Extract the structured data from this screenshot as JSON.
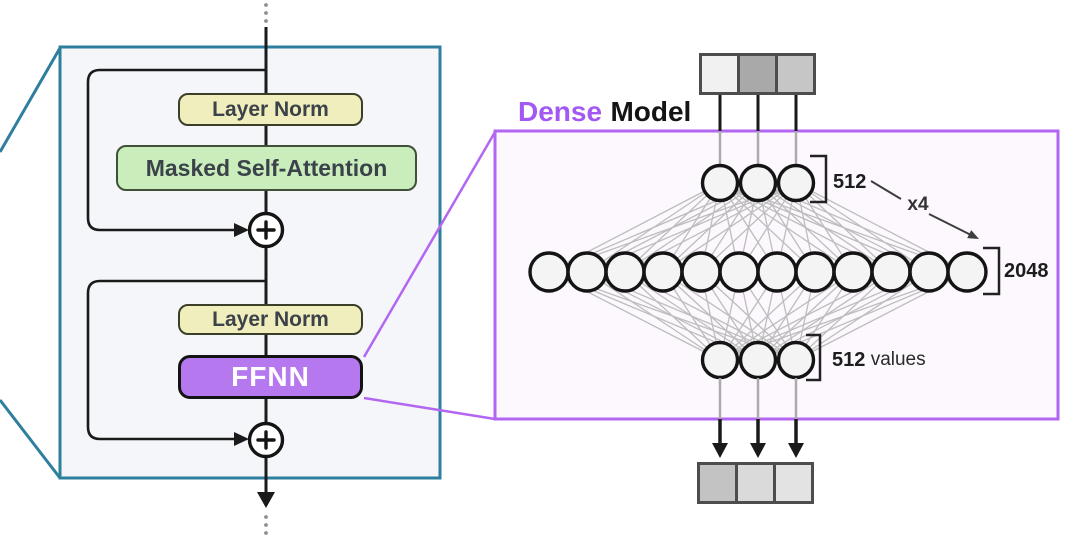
{
  "transformer_block": {
    "layer_norm_top": "Layer Norm",
    "masked_self_attention": "Masked Self-Attention",
    "layer_norm_bottom": "Layer Norm",
    "ffnn": "FFNN",
    "border_color": "#2e7e9e",
    "fill_color": "#f4f6fa",
    "colors": {
      "layer_norm_fill": "#f0eebc",
      "attention_fill": "#c9eebc",
      "ffnn_fill": "#b678ef"
    },
    "icons": {
      "residual_add": "add-icon (+ in circle)",
      "flow": "arrow-down-icon",
      "continuation": "vertical-ellipsis-dots"
    }
  },
  "dense_model": {
    "title_accent": "Dense",
    "title_rest": "Model",
    "accent_color": "#a258f2",
    "border_color": "#b266f2",
    "fill_color": "#fcf8fe",
    "multiplier_label": "x4",
    "layers": [
      {
        "name": "input",
        "neurons": 3,
        "label": "512",
        "label_suffix": ""
      },
      {
        "name": "hidden",
        "neurons": 12,
        "label": "2048",
        "label_suffix": ""
      },
      {
        "name": "output",
        "neurons": 3,
        "label": "512",
        "label_suffix": "values"
      }
    ],
    "input_tokens": [
      "#f1f1f1",
      "#a9a9a9",
      "#c6c6c6"
    ],
    "output_tokens": [
      "#c3c3c3",
      "#dadada",
      "#e3e3e3"
    ]
  }
}
